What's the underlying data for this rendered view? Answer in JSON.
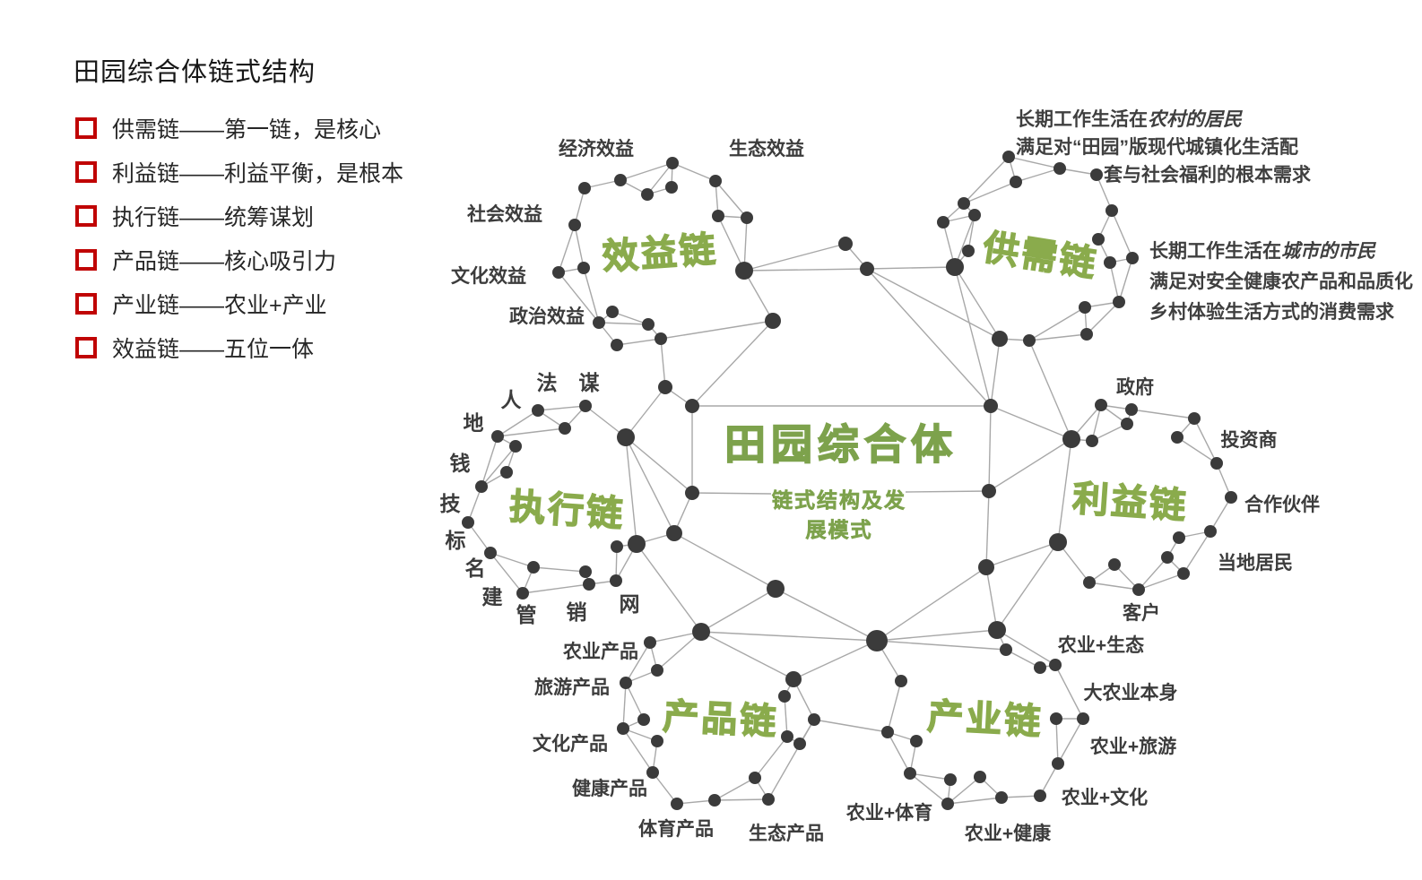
{
  "page": {
    "title": "田园综合体链式结构"
  },
  "bullets": [
    "供需链——第一链，是核心",
    "利益链——利益平衡，是根本",
    "执行链——统筹谋划",
    "产品链——核心吸引力",
    "产业链——农业+产业",
    "效益链——五位一体"
  ],
  "colors": {
    "chain_green": "#8aab4c",
    "center_green": "#7da24c",
    "bullet_red": "#c00404",
    "node": "#3b3b3b",
    "edge": "#a8a8a8",
    "label_dark": "#3c3c3c"
  },
  "diagram": {
    "center": {
      "title": "田园综合体",
      "subtitle_line1": "链式结构及发",
      "subtitle_line2": "展模式"
    },
    "clusters": [
      {
        "id": "benefit",
        "label": "效益链",
        "items": [
          "经济效益",
          "生态效益",
          "社会效益",
          "文化效益",
          "政治效益"
        ]
      },
      {
        "id": "supply",
        "label": "供需链",
        "items": []
      },
      {
        "id": "exec",
        "label": "执行链",
        "items": [
          "人",
          "法",
          "谋",
          "地",
          "钱",
          "技",
          "标",
          "名",
          "建",
          "管",
          "销",
          "网"
        ]
      },
      {
        "id": "interest",
        "label": "利益链",
        "items": [
          "政府",
          "投资商",
          "合作伙伴",
          "当地居民",
          "客户"
        ]
      },
      {
        "id": "product",
        "label": "产品链",
        "items": [
          "农业产品",
          "旅游产品",
          "文化产品",
          "健康产品",
          "体育产品",
          "生态产品"
        ]
      },
      {
        "id": "industry",
        "label": "产业链",
        "items": [
          "农业+生态",
          "大农业本身",
          "农业+旅游",
          "农业+文化",
          "农业+健康",
          "农业+体育"
        ]
      }
    ],
    "supply_notes": [
      {
        "prefix": "长期工作生活在",
        "emphasis": "农村的居民",
        "line2": "满足对“田园”版现代城镇化生活配",
        "line3": "套与社会福利的根本需求"
      },
      {
        "prefix": "长期工作生活在",
        "emphasis": "城市的市民",
        "line2": "满足对安全健康农产品和品质化",
        "line3": "乡村体验生活方式的消费需求"
      }
    ]
  }
}
